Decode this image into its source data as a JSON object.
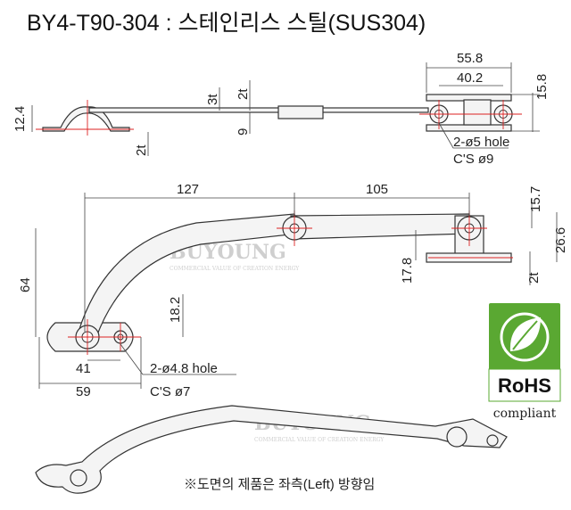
{
  "header": {
    "title": "BY4-T90-304 : 스테인리스 스틸(SUS304)"
  },
  "watermark": {
    "brand": "BUYOUNG",
    "tagline": "COMMERCIAL VALUE OF CREATION ENERGY"
  },
  "side_view": {
    "dims": {
      "height_left": "12.4",
      "thickness_left": "2t",
      "thickness_mid": "3t",
      "thickness_top": "2t",
      "gap": "9",
      "bracket_total": "55.8",
      "hole_pitch": "40.2",
      "bracket_height": "15.8"
    },
    "hole_note_line1": "2-ø5 hole",
    "hole_note_line2": "C'S ø9"
  },
  "front_view": {
    "dims": {
      "arm_long": "127",
      "arm_short": "105",
      "top_15_7": "15.7",
      "total_26_6": "26.6",
      "offset_17_8": "17.8",
      "plate_2t": "2t",
      "height_64": "64",
      "base_18_2": "18.2",
      "hole_pitch_41": "41",
      "plate_width_59": "59"
    },
    "hole_note_line1": "2-ø4.8 hole",
    "hole_note_line2": "C'S ø7"
  },
  "badge": {
    "label": "RoHS",
    "caption": "compliant",
    "color": "#5aa832",
    "icon": "leaf-icon"
  },
  "footer": {
    "note": "※도면의 제품은 좌측(Left) 방향임"
  }
}
